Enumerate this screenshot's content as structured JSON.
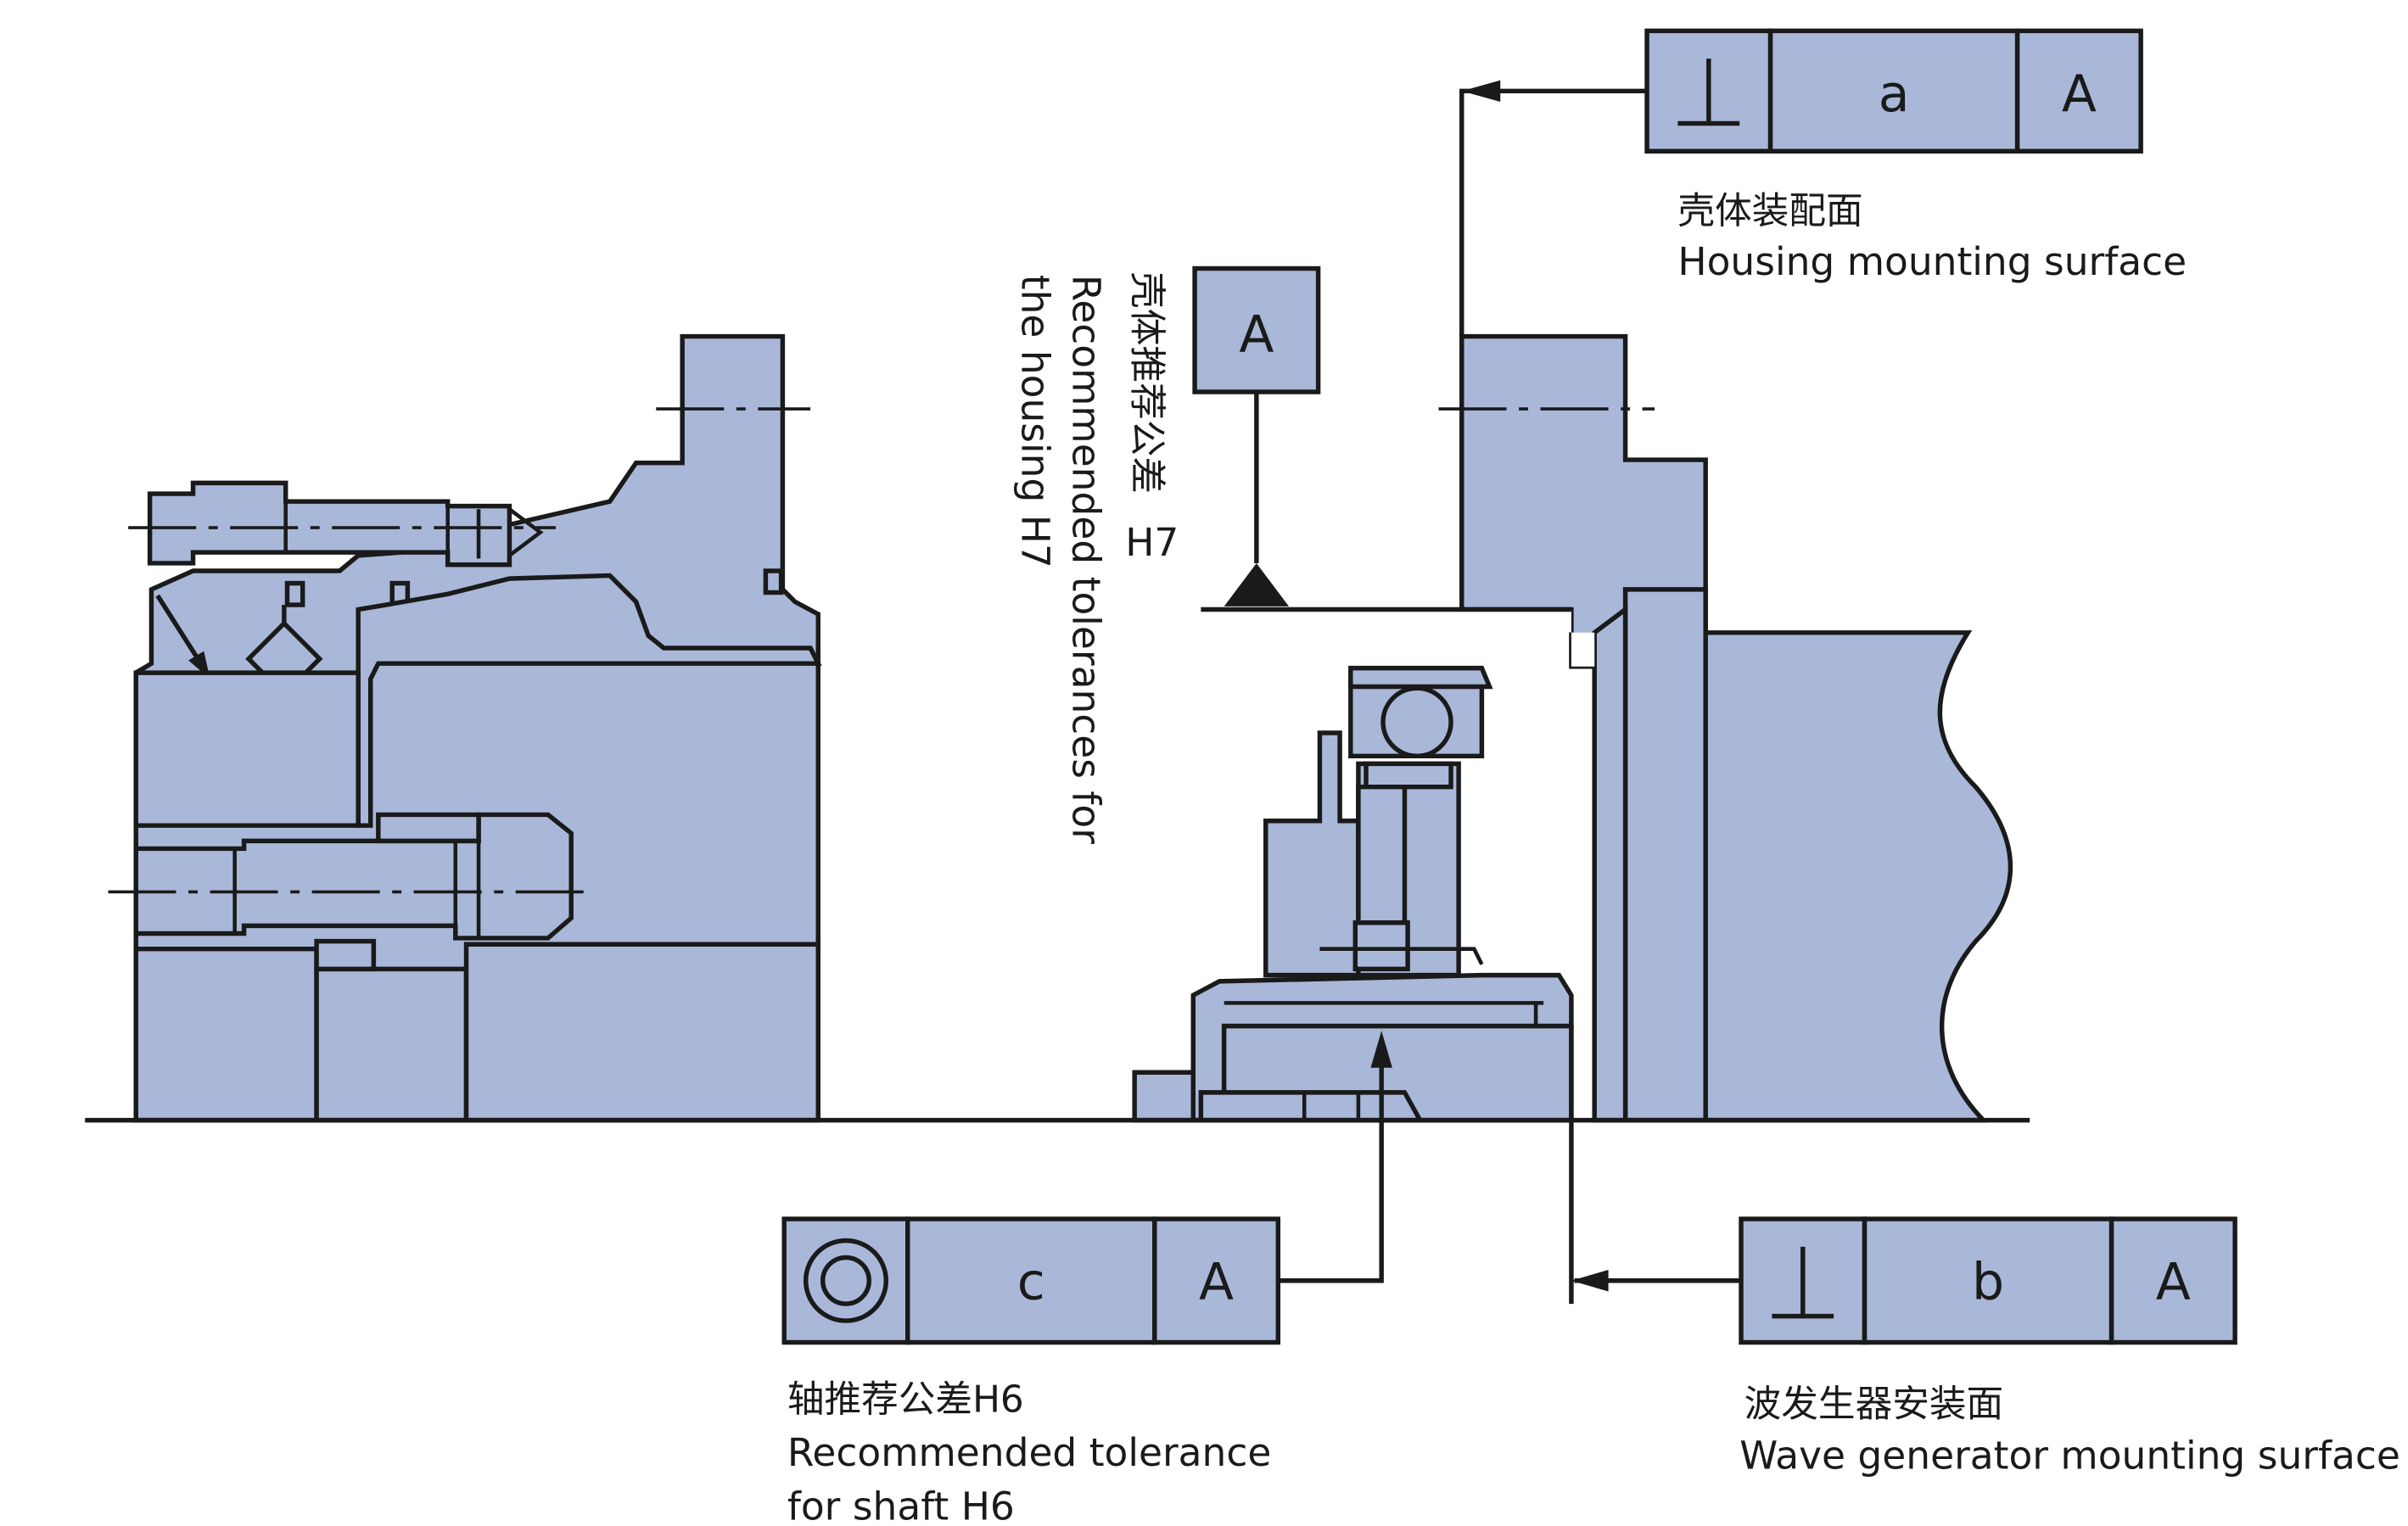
{
  "frames": {
    "housing_perpendicularity": {
      "symbol": "perpendicularity-icon",
      "tolerance": "a",
      "datum": "A"
    },
    "datum_a": {
      "datum": "A"
    },
    "shaft_concentricity": {
      "symbol": "concentricity-icon",
      "tolerance": "c",
      "datum": "A"
    },
    "wave_generator_perpendicularity": {
      "symbol": "perpendicularity-icon",
      "tolerance": "b",
      "datum": "A"
    }
  },
  "labels": {
    "housing_mounting": {
      "cn": "壳体装配面",
      "en": "Housing mounting surface"
    },
    "housing_tolerance": {
      "cn_1": "壳体推荐公差",
      "cn_2": "H7",
      "en_1": "Recommended tolerances for",
      "en_2": "the housing H7"
    },
    "shaft_tolerance": {
      "cn": "轴推荐公差H6",
      "en_1": "Recommended tolerance",
      "en_2": "for shaft H6"
    },
    "wave_generator_mounting": {
      "cn": "波发生器安装面",
      "en": "Wave generator mounting surface"
    }
  },
  "colors": {
    "part_fill": "#a9b8d9",
    "line": "#1a1a1a",
    "background": "#ffffff"
  }
}
